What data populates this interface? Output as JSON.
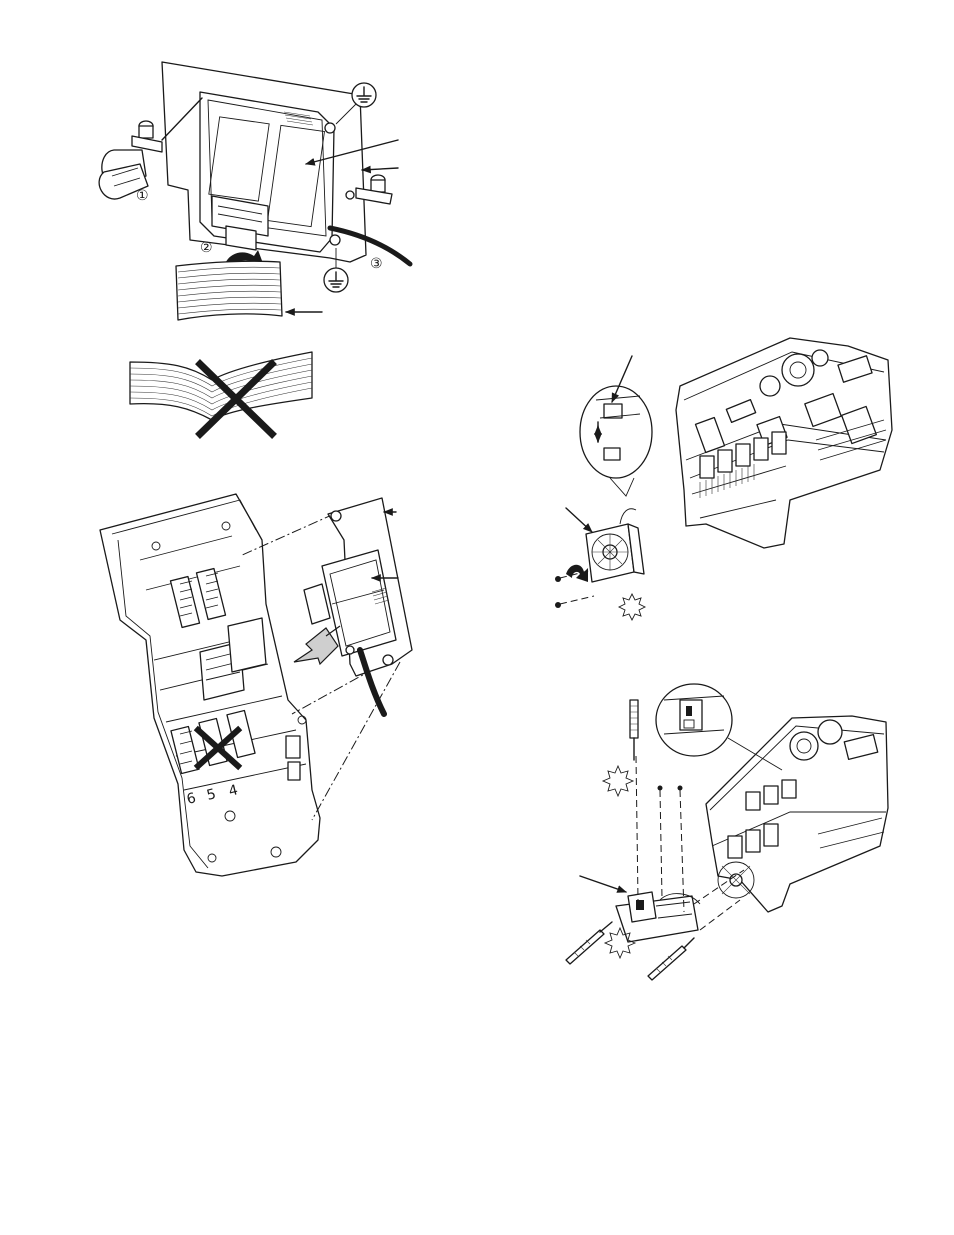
{
  "figure_a": {
    "steps": [
      "①",
      "②",
      "③"
    ]
  },
  "figure_c": {
    "connector_labels": [
      "6",
      "5",
      "4"
    ]
  },
  "colors": {
    "line": "#1a1a1a",
    "paper": "#ffffff",
    "arrow_fill": "#cfcfcf",
    "cable": "#1a1a1a"
  },
  "icons": [
    "ground-icon",
    "rotate-arrow-icon",
    "torque-star-icon",
    "cross-mark-icon"
  ]
}
